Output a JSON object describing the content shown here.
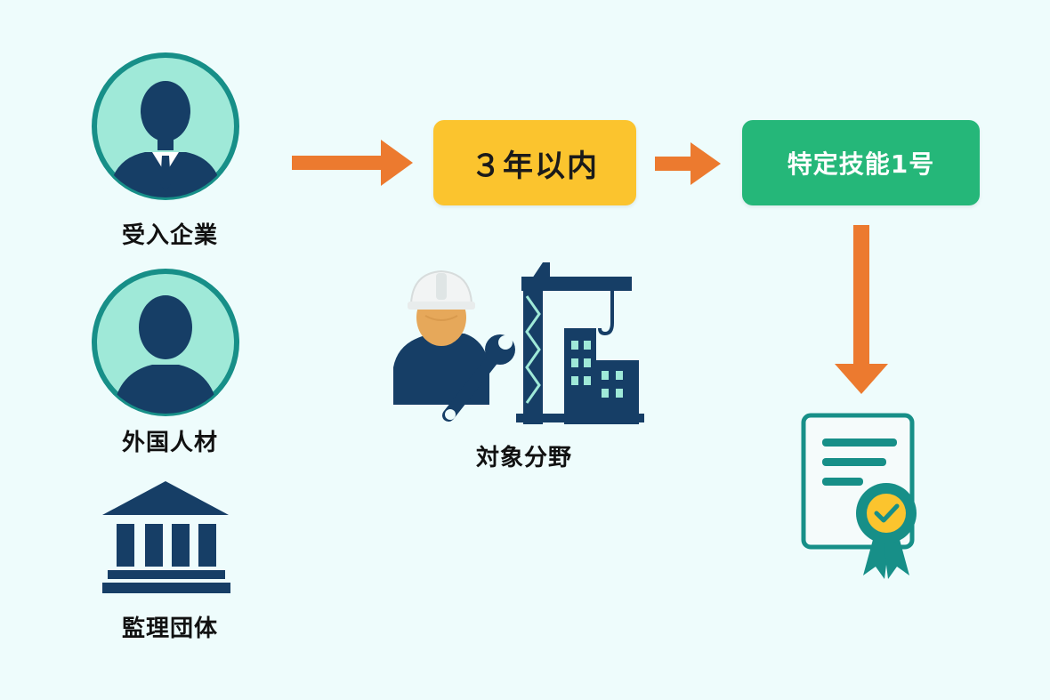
{
  "actors": [
    {
      "label": "受入企業",
      "icon": "businessman-icon"
    },
    {
      "label": "外国人材",
      "icon": "person-icon"
    },
    {
      "label": "監理団体",
      "icon": "institution-building-icon"
    }
  ],
  "flow": {
    "period_label": "３年以内",
    "status_label": "特定技能1号"
  },
  "field": {
    "label": "対象分野",
    "icons": [
      "construction-worker-icon",
      "wrench-icon",
      "crane-building-icon"
    ]
  },
  "result": {
    "icon": "certificate-icon"
  },
  "colors": {
    "background": "#eefcfc",
    "navy": "#163e66",
    "teal_ring": "#178f88",
    "mint_fill": "#9fe9d8",
    "arrow": "#ec7a2f",
    "period_box": "#fbc42e",
    "status_box": "#25b779"
  }
}
